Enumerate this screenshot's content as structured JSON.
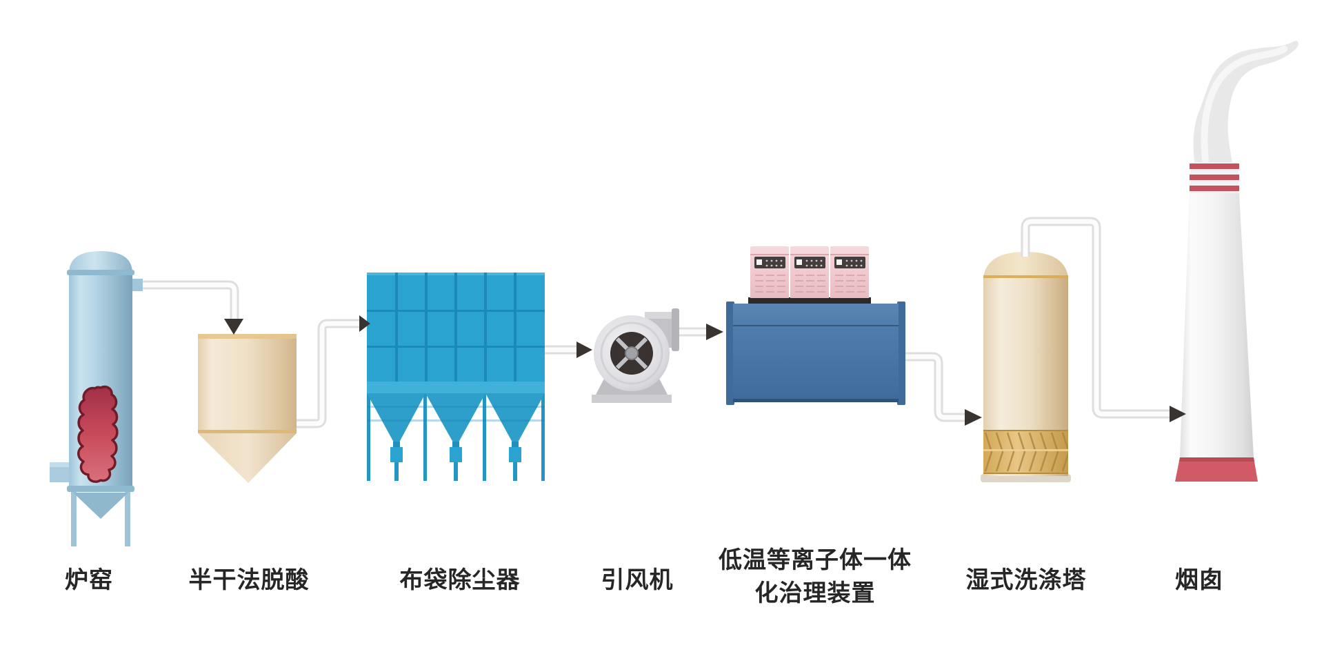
{
  "diagram": {
    "type": "process-flow",
    "flow_direction": "left-to-right",
    "equipment": [
      {
        "id": "furnace",
        "label": "炉窑"
      },
      {
        "id": "semi-dry-deacidification",
        "label": "半干法脱酸"
      },
      {
        "id": "bag-dust-collector",
        "label": "布袋除尘器"
      },
      {
        "id": "induced-draft-fan",
        "label": "引风机"
      },
      {
        "id": "low-temp-plasma-unit",
        "label": "低温等离子体一体\n化治理装置"
      },
      {
        "id": "wet-scrubber",
        "label": "湿式洗涤塔"
      },
      {
        "id": "chimney",
        "label": "烟囱"
      }
    ],
    "colors": {
      "furnace_blue": "#aacfe2",
      "flame_red": "#c64f5f",
      "hopper_tan": "#ecd9ba",
      "baghouse_blue": "#2aa3d0",
      "fan_gray": "#d6d6da",
      "plasma_blue": "#4a76a6",
      "cabinet_pink": "#f3ced2",
      "scrubber_cream": "#eedfc4",
      "chimney_red": "#c9545f",
      "pipe_white": "#f7f7f7",
      "arrow_dark": "#3a3430",
      "label_text": "#262626"
    }
  }
}
